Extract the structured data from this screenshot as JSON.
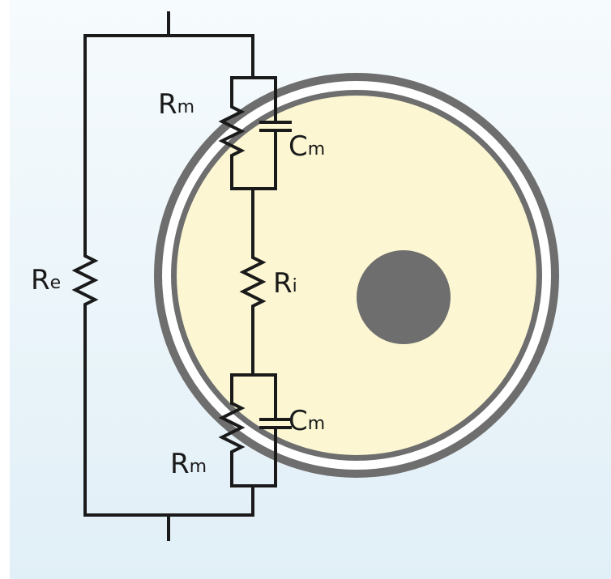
{
  "colors": {
    "panel_top": "#f6fbfd",
    "panel_bottom": "#e1eff7",
    "membrane": "#6e6e6e",
    "cytoplasm": "#fcf7d2",
    "nucleus": "#6e6e6e",
    "wire": "#1a1a1a"
  },
  "labels": {
    "top_rm": {
      "main": "R",
      "sub": "m"
    },
    "top_cm": {
      "main": "C",
      "sub": "m"
    },
    "ri": {
      "main": "R",
      "sub": "i"
    },
    "re": {
      "main": "R",
      "sub": "e"
    },
    "bottom_cm": {
      "main": "C",
      "sub": "m"
    },
    "bottom_rm": {
      "main": "R",
      "sub": "m"
    }
  }
}
